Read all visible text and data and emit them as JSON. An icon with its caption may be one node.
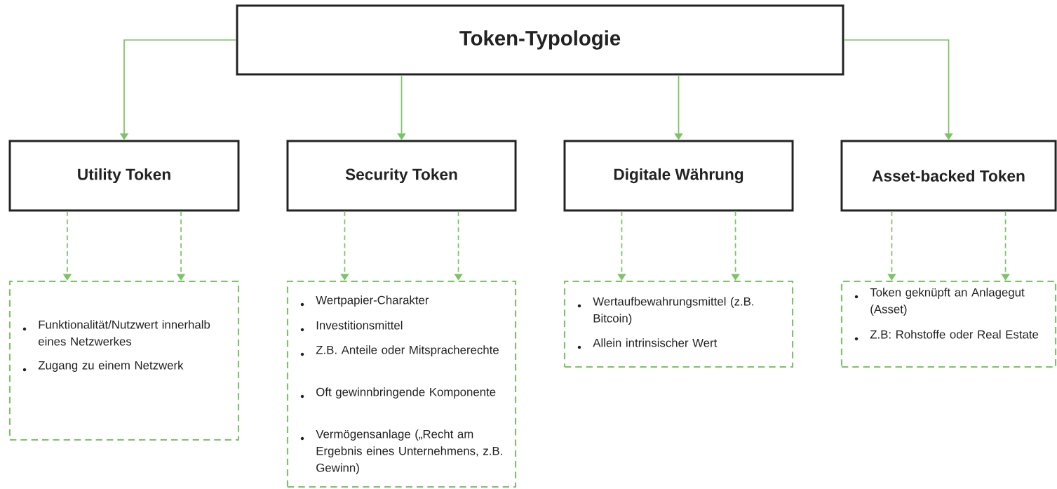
{
  "diagram": {
    "nodes": [
      {
        "text": [
          "Token-Typologie"
        ]
      },
      {
        "text": [
          "Utility Token"
        ]
      },
      {
        "text": [
          "Security Token"
        ]
      },
      {
        "text": [
          "Digitale Währung"
        ]
      },
      {
        "text": [
          "Asset-backed Token"
        ]
      },
      {
        "text": [
          "Funktionalität/Nutzwert innerhalb eines Netzwerkes",
          "Zugang zu einem Netzwerk"
        ]
      },
      {
        "text": [
          "Wertpapier-Charakter",
          "Investitionsmittel",
          "Z.B. Anteile oder Mitspracherechte",
          "Oft gewinnbringende Komponente",
          "Vermögensanlage („Recht am Ergebnis eines Unternehmens, z.B. Gewinn)"
        ]
      },
      {
        "text": [
          "Wertaufbewahrungsmittel (z.B. Bitcoin)",
          "Allein intrinsischer Wert"
        ]
      },
      {
        "text": [
          "Token geknüpft an Anlagegut (Asset)",
          "Z.B: Rohstoffe oder Real Estate"
        ]
      }
    ],
    "edges": [
      {
        "from": 0,
        "to": 1,
        "arrow": "to"
      },
      {
        "from": 0,
        "to": 2,
        "arrow": "to"
      },
      {
        "from": 0,
        "to": 3,
        "arrow": "to"
      },
      {
        "from": 0,
        "to": 4,
        "arrow": "to"
      },
      {
        "from": 1,
        "to": 5,
        "arrow": "to",
        "style": "dashed"
      },
      {
        "from": 1,
        "to": 5,
        "arrow": "to",
        "style": "dashed"
      },
      {
        "from": 2,
        "to": 6,
        "arrow": "to",
        "style": "dashed"
      },
      {
        "from": 2,
        "to": 6,
        "arrow": "to",
        "style": "dashed"
      },
      {
        "from": 3,
        "to": 7,
        "arrow": "to",
        "style": "dashed"
      },
      {
        "from": 3,
        "to": 7,
        "arrow": "to",
        "style": "dashed"
      },
      {
        "from": 4,
        "to": 8,
        "arrow": "to",
        "style": "dashed"
      },
      {
        "from": 4,
        "to": 8,
        "arrow": "to",
        "style": "dashed"
      }
    ]
  }
}
